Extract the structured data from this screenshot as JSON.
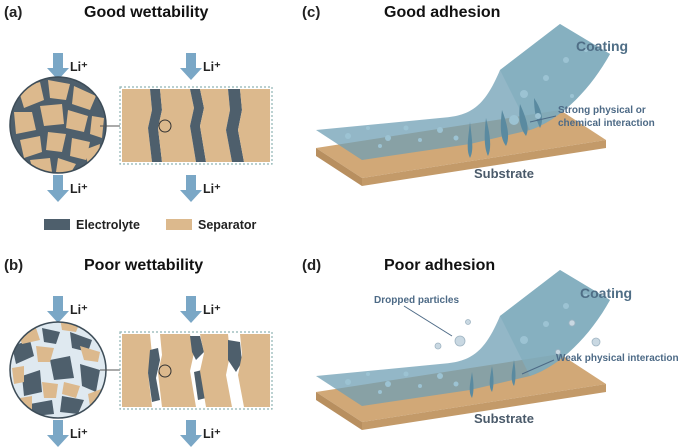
{
  "colors": {
    "electrolyte": "#4e5f6c",
    "separator": "#dcb98d",
    "arrow": "#7aa7c6",
    "coating": "#6f9fb4",
    "substrate": "#d1a877",
    "bubble_gap": "#dfe9f0"
  },
  "panels": {
    "a": {
      "tag": "(a)",
      "title": "Good wettability",
      "ion_labels": [
        "Li⁺",
        "Li⁺",
        "Li⁺",
        "Li⁺"
      ]
    },
    "b": {
      "tag": "(b)",
      "title": "Poor wettability",
      "ion_labels": [
        "Li⁺",
        "Li⁺",
        "Li⁺",
        "Li⁺"
      ]
    },
    "c": {
      "tag": "(c)",
      "title": "Good adhesion",
      "coating_label": "Coating",
      "substrate_label": "Substrate",
      "annotation_line1": "Strong physical or",
      "annotation_line2": "chemical interaction"
    },
    "d": {
      "tag": "(d)",
      "title": "Poor adhesion",
      "coating_label": "Coating",
      "substrate_label": "Substrate",
      "annotation_particles": "Dropped particles",
      "annotation_weak": "Weak physical interaction"
    }
  },
  "legend": {
    "electrolyte_label": "Electrolyte",
    "separator_label": "Separator"
  }
}
